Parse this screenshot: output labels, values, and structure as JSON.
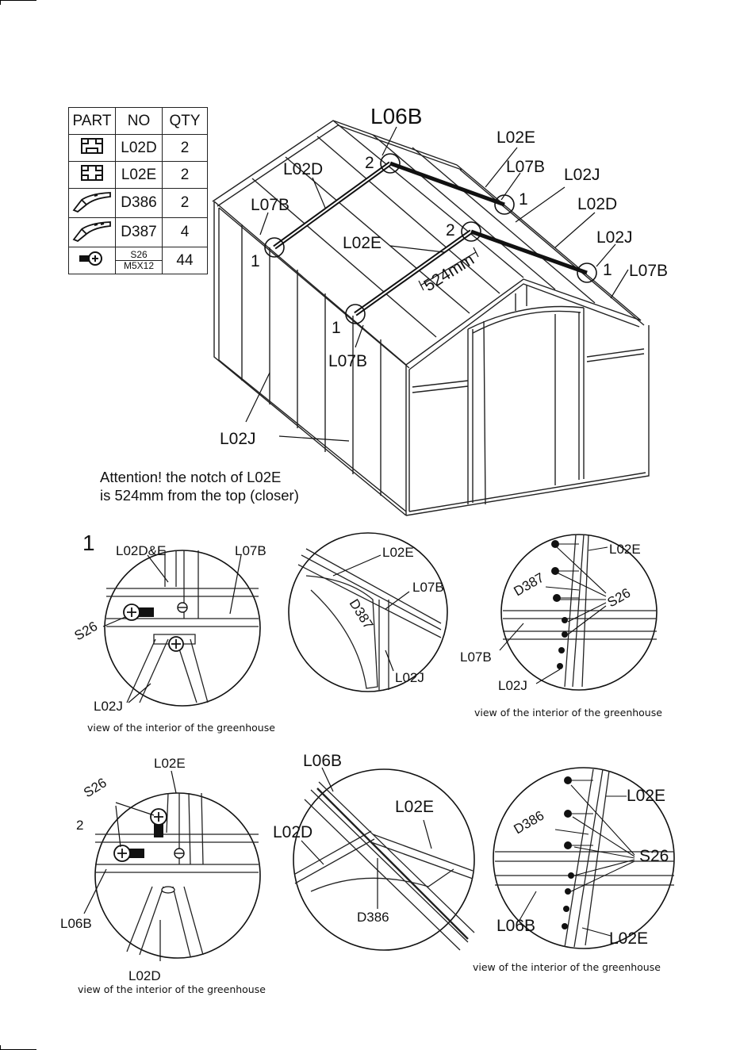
{
  "parts_table": {
    "headers": [
      "PART",
      "NO",
      "QTY"
    ],
    "rows": [
      {
        "icon": "profile-icon",
        "no": "L02D",
        "qty": "2"
      },
      {
        "icon": "profile-icon",
        "no": "L02E",
        "qty": "2"
      },
      {
        "icon": "bracket-icon",
        "no": "D386",
        "qty": "2"
      },
      {
        "icon": "bracket-icon",
        "no": "D387",
        "qty": "4"
      },
      {
        "icon": "screw-icon",
        "no": "S26",
        "no_sub": "M5X12",
        "qty": "44"
      }
    ]
  },
  "main_diagram": {
    "labels": {
      "l06b": "L06B",
      "l02e_top": "L02E",
      "l07b_right_top": "L07B",
      "l02j_right_top": "L02J",
      "l02d_left": "L02D",
      "l02d_right": "L02D",
      "l07b_left": "L07B",
      "l02e_mid": "L02E",
      "l02j_right_mid": "L02J",
      "l07b_right": "L07B",
      "l07b_bottom": "L07B",
      "l02j_bottom": "L02J",
      "dim_524": "524mm",
      "n1_left": "1",
      "n2_top": "2",
      "n1_right_top": "1",
      "n2_mid": "2",
      "n1_right_mid": "1",
      "n1_bottom": "1"
    }
  },
  "attention": {
    "line1": "Attention! the notch of L02E",
    "line2": "is 524mm from the top (closer)"
  },
  "details": {
    "d1": {
      "num": "1",
      "l02de": "L02D&E",
      "l07b": "L07B",
      "s26": "S26",
      "l02j": "L02J",
      "caption": "view of the interior of the greenhouse"
    },
    "d2": {
      "l02e": "L02E",
      "l07b": "L07B",
      "d387": "D387",
      "l02j": "L02J"
    },
    "d3": {
      "l02e": "L02E",
      "d387": "D387",
      "s26": "S26",
      "l07b": "L07B",
      "l02j": "L02J",
      "caption": "view of the interior of the greenhouse"
    },
    "d4": {
      "num": "2",
      "l02e": "L02E",
      "s26": "S26",
      "l06b": "L06B",
      "l02d": "L02D",
      "caption": "view of the interior of the greenhouse"
    },
    "d5": {
      "l06b": "L06B",
      "l02e": "L02E",
      "l02d": "L02D",
      "d386": "D386"
    },
    "d6": {
      "l02e_top": "L02E",
      "d386": "D386",
      "s26": "S26",
      "l06b": "L06B",
      "l02e_bottom": "L02E",
      "caption": "view of the interior of the greenhouse"
    }
  }
}
